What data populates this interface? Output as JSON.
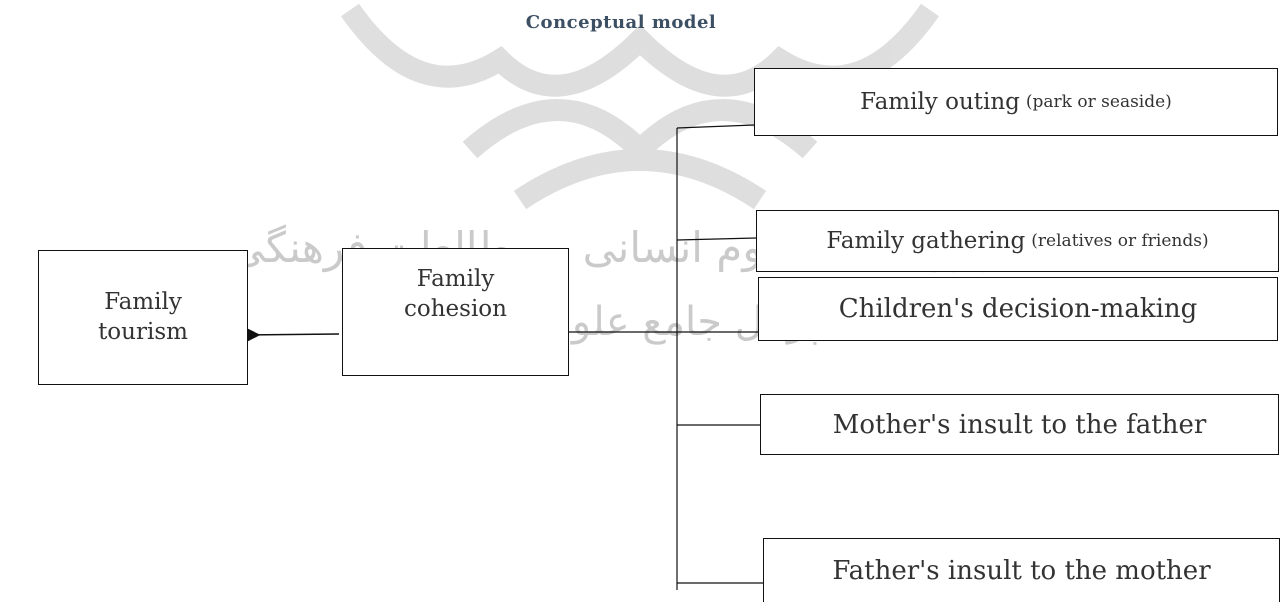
{
  "title": "Conceptual model",
  "nodes": {
    "family_tourism": {
      "line1": "Family",
      "line2": "tourism"
    },
    "family_cohesion": {
      "line1": "Family",
      "line2": "cohesion"
    },
    "family_outing": {
      "main": "Family outing",
      "detail": "(park or seaside)"
    },
    "family_gathering": {
      "main": "Family gathering",
      "detail": "(relatives or friends)"
    },
    "childrens_decision": {
      "label": "Children's decision-making"
    },
    "mothers_insult": {
      "label": "Mother's insult to the father"
    },
    "fathers_insult": {
      "label": "Father's insult to the mother"
    }
  },
  "watermark": {
    "line1": "پژوهشگاه علوم انسانی و مطالعات فرهنگی",
    "line2": "پرتال جامع علوم انسانی"
  },
  "colors": {
    "title": "#3c4f63",
    "border": "#111111",
    "watermark": "#b5b5b5"
  }
}
